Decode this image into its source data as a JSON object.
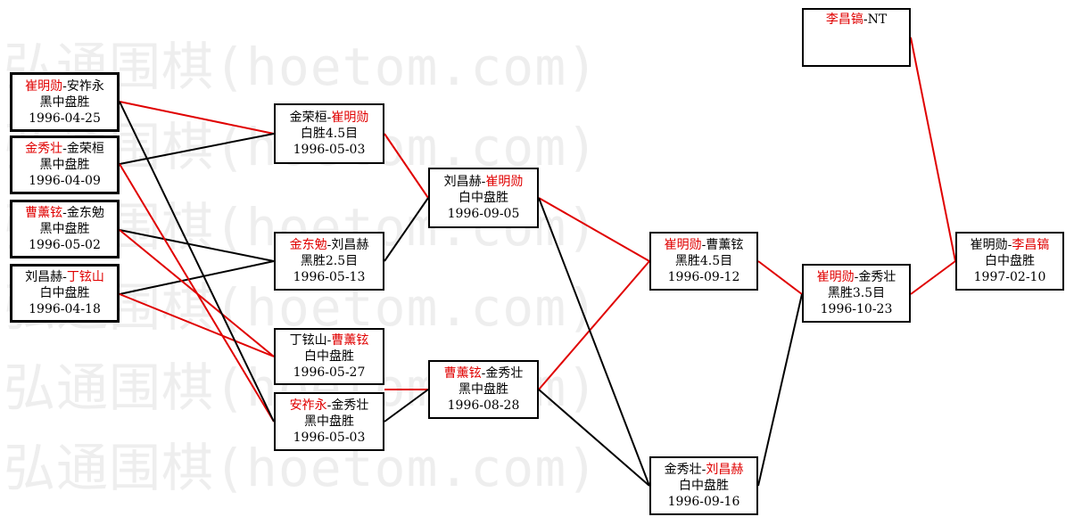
{
  "watermark": "弘通围棋(hoetom.com)",
  "colors": {
    "winner_text": "#e00000",
    "line_win": "#e00000",
    "line_loss": "#000000"
  },
  "games": [
    {
      "id": "g1",
      "p1": "崔明勋",
      "p2": "安祚永",
      "win": 1,
      "result": "黑中盘胜",
      "date": "1996-04-25"
    },
    {
      "id": "g2",
      "p1": "金秀壮",
      "p2": "金荣桓",
      "win": 1,
      "result": "黑中盘胜",
      "date": "1996-04-09"
    },
    {
      "id": "g3",
      "p1": "曹薰铉",
      "p2": "金东勉",
      "win": 1,
      "result": "黑中盘胜",
      "date": "1996-05-02"
    },
    {
      "id": "g4",
      "p1": "刘昌赫",
      "p2": "丁铉山",
      "win": 2,
      "result": "白中盘胜",
      "date": "1996-04-18"
    },
    {
      "id": "g5",
      "p1": "金荣桓",
      "p2": "崔明勋",
      "win": 2,
      "result": "白胜4.5目",
      "date": "1996-05-03"
    },
    {
      "id": "g6",
      "p1": "金东勉",
      "p2": "刘昌赫",
      "win": 1,
      "result": "黑胜2.5目",
      "date": "1996-05-13"
    },
    {
      "id": "g7",
      "p1": "丁铉山",
      "p2": "曹薰铉",
      "win": 2,
      "result": "白中盘胜",
      "date": "1996-05-27"
    },
    {
      "id": "g8",
      "p1": "安祚永",
      "p2": "金秀壮",
      "win": 1,
      "result": "黑中盘胜",
      "date": "1996-05-03"
    },
    {
      "id": "g9",
      "p1": "刘昌赫",
      "p2": "崔明勋",
      "win": 2,
      "result": "白中盘胜",
      "date": "1996-09-05"
    },
    {
      "id": "g10",
      "p1": "曹薰铉",
      "p2": "金秀壮",
      "win": 1,
      "result": "黑中盘胜",
      "date": "1996-08-28"
    },
    {
      "id": "g11",
      "p1": "崔明勋",
      "p2": "曹薰铉",
      "win": 1,
      "result": "黑胜4.5目",
      "date": "1996-09-12"
    },
    {
      "id": "g12",
      "p1": "金秀壮",
      "p2": "刘昌赫",
      "win": 2,
      "result": "白中盘胜",
      "date": "1996-09-16"
    },
    {
      "id": "g13",
      "p1": "崔明勋",
      "p2": "金秀壮",
      "win": 1,
      "result": "黑胜3.5目",
      "date": "1996-10-23"
    },
    {
      "id": "g14",
      "p1": "李昌镐",
      "p2": "NT",
      "win": 1,
      "result": "",
      "date": ""
    },
    {
      "id": "g15",
      "p1": "崔明勋",
      "p2": "李昌镐",
      "win": 2,
      "result": "白中盘胜",
      "date": "1997-02-10"
    }
  ],
  "connections": [
    {
      "from": "g1",
      "to": "g5",
      "color": "red"
    },
    {
      "from": "g2",
      "to": "g5",
      "color": "black"
    },
    {
      "from": "g3",
      "to": "g6",
      "color": "black"
    },
    {
      "from": "g4",
      "to": "g6",
      "color": "black"
    },
    {
      "from": "g4",
      "to": "g7",
      "color": "red"
    },
    {
      "from": "g3",
      "to": "g7",
      "color": "red"
    },
    {
      "from": "g2",
      "to": "g8",
      "color": "red"
    },
    {
      "from": "g1",
      "to": "g8",
      "color": "black"
    },
    {
      "from": "g5",
      "to": "g9",
      "color": "red"
    },
    {
      "from": "g6",
      "to": "g9",
      "color": "black"
    },
    {
      "from": "g7",
      "to": "g10",
      "color": "red"
    },
    {
      "from": "g8",
      "to": "g10",
      "color": "black"
    },
    {
      "from": "g9",
      "to": "g11",
      "color": "red"
    },
    {
      "from": "g10",
      "to": "g11",
      "color": "red"
    },
    {
      "from": "g9",
      "to": "g12",
      "color": "black"
    },
    {
      "from": "g10",
      "to": "g12",
      "color": "black"
    },
    {
      "from": "g11",
      "to": "g13",
      "color": "red"
    },
    {
      "from": "g12",
      "to": "g13",
      "color": "black"
    },
    {
      "from": "g14",
      "to": "g15",
      "color": "red"
    },
    {
      "from": "g13",
      "to": "g15",
      "color": "red"
    }
  ]
}
